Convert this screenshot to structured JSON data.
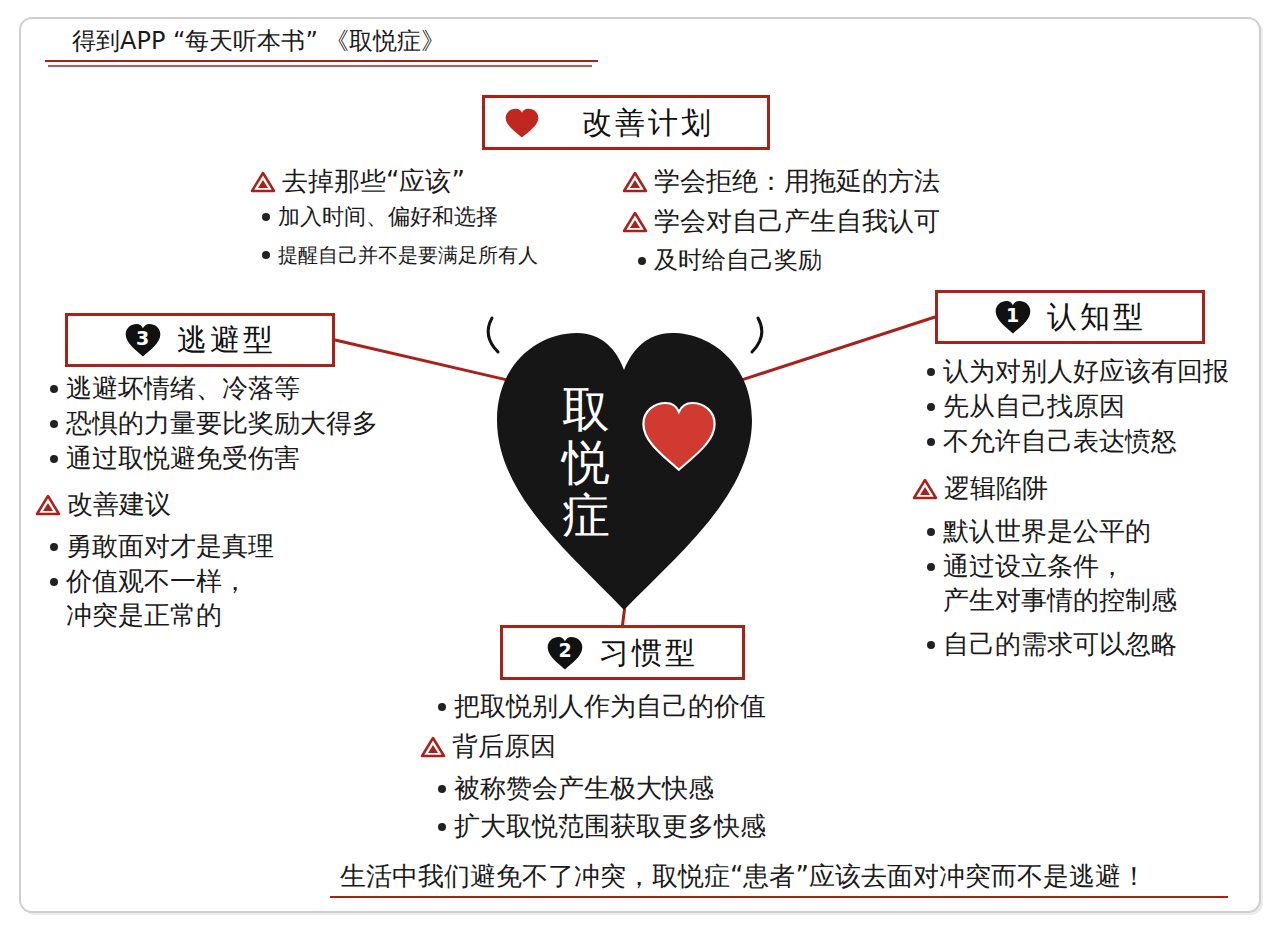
{
  "diagram": {
    "title": "得到APP “每天听本书” 《取悦症》",
    "caption": "生活中我们避免不了冲突，取悦症“患者”应该去面对冲突而不是逃避！",
    "nodes": [
      {
        "text": [
          "改善计划"
        ]
      },
      {
        "text": [
          "3",
          "逃避型"
        ]
      },
      {
        "text": [
          "取悦症"
        ]
      },
      {
        "text": [
          "1",
          "认知型"
        ]
      },
      {
        "text": [
          "2",
          "习惯型"
        ]
      }
    ],
    "edges": [
      {
        "from": 2,
        "to": 3,
        "arrow": "none"
      },
      {
        "from": 2,
        "to": 1,
        "arrow": "none"
      },
      {
        "from": 2,
        "to": 4,
        "arrow": "none"
      }
    ],
    "labels": [
      "去掉那些“应该”",
      "加入时间、偏好和选择",
      "提醒自己并不是要满足所有人",
      "学会拒绝：用拖延的方法",
      "学会对自己产生自我认可",
      "及时给自己奖励",
      "逃避坏情绪、冷落等",
      "恐惧的力量要比奖励大得多",
      "通过取悦避免受伤害",
      "改善建议",
      "勇敢面对才是真理",
      "价值观不一样， 冲突是正常的",
      "认为对别人好应该有回报",
      "先从自己找原因",
      "不允许自己表达愤怒",
      "逻辑陷阱",
      "默认世界是公平的",
      "通过设立条件， 产生对事情的控制感",
      "自己的需求可以忽略",
      "把取悦别人作为自己的价值",
      "背后原因",
      "被称赞会产生极大快感",
      "扩大取悦范围获取更多快感"
    ]
  }
}
